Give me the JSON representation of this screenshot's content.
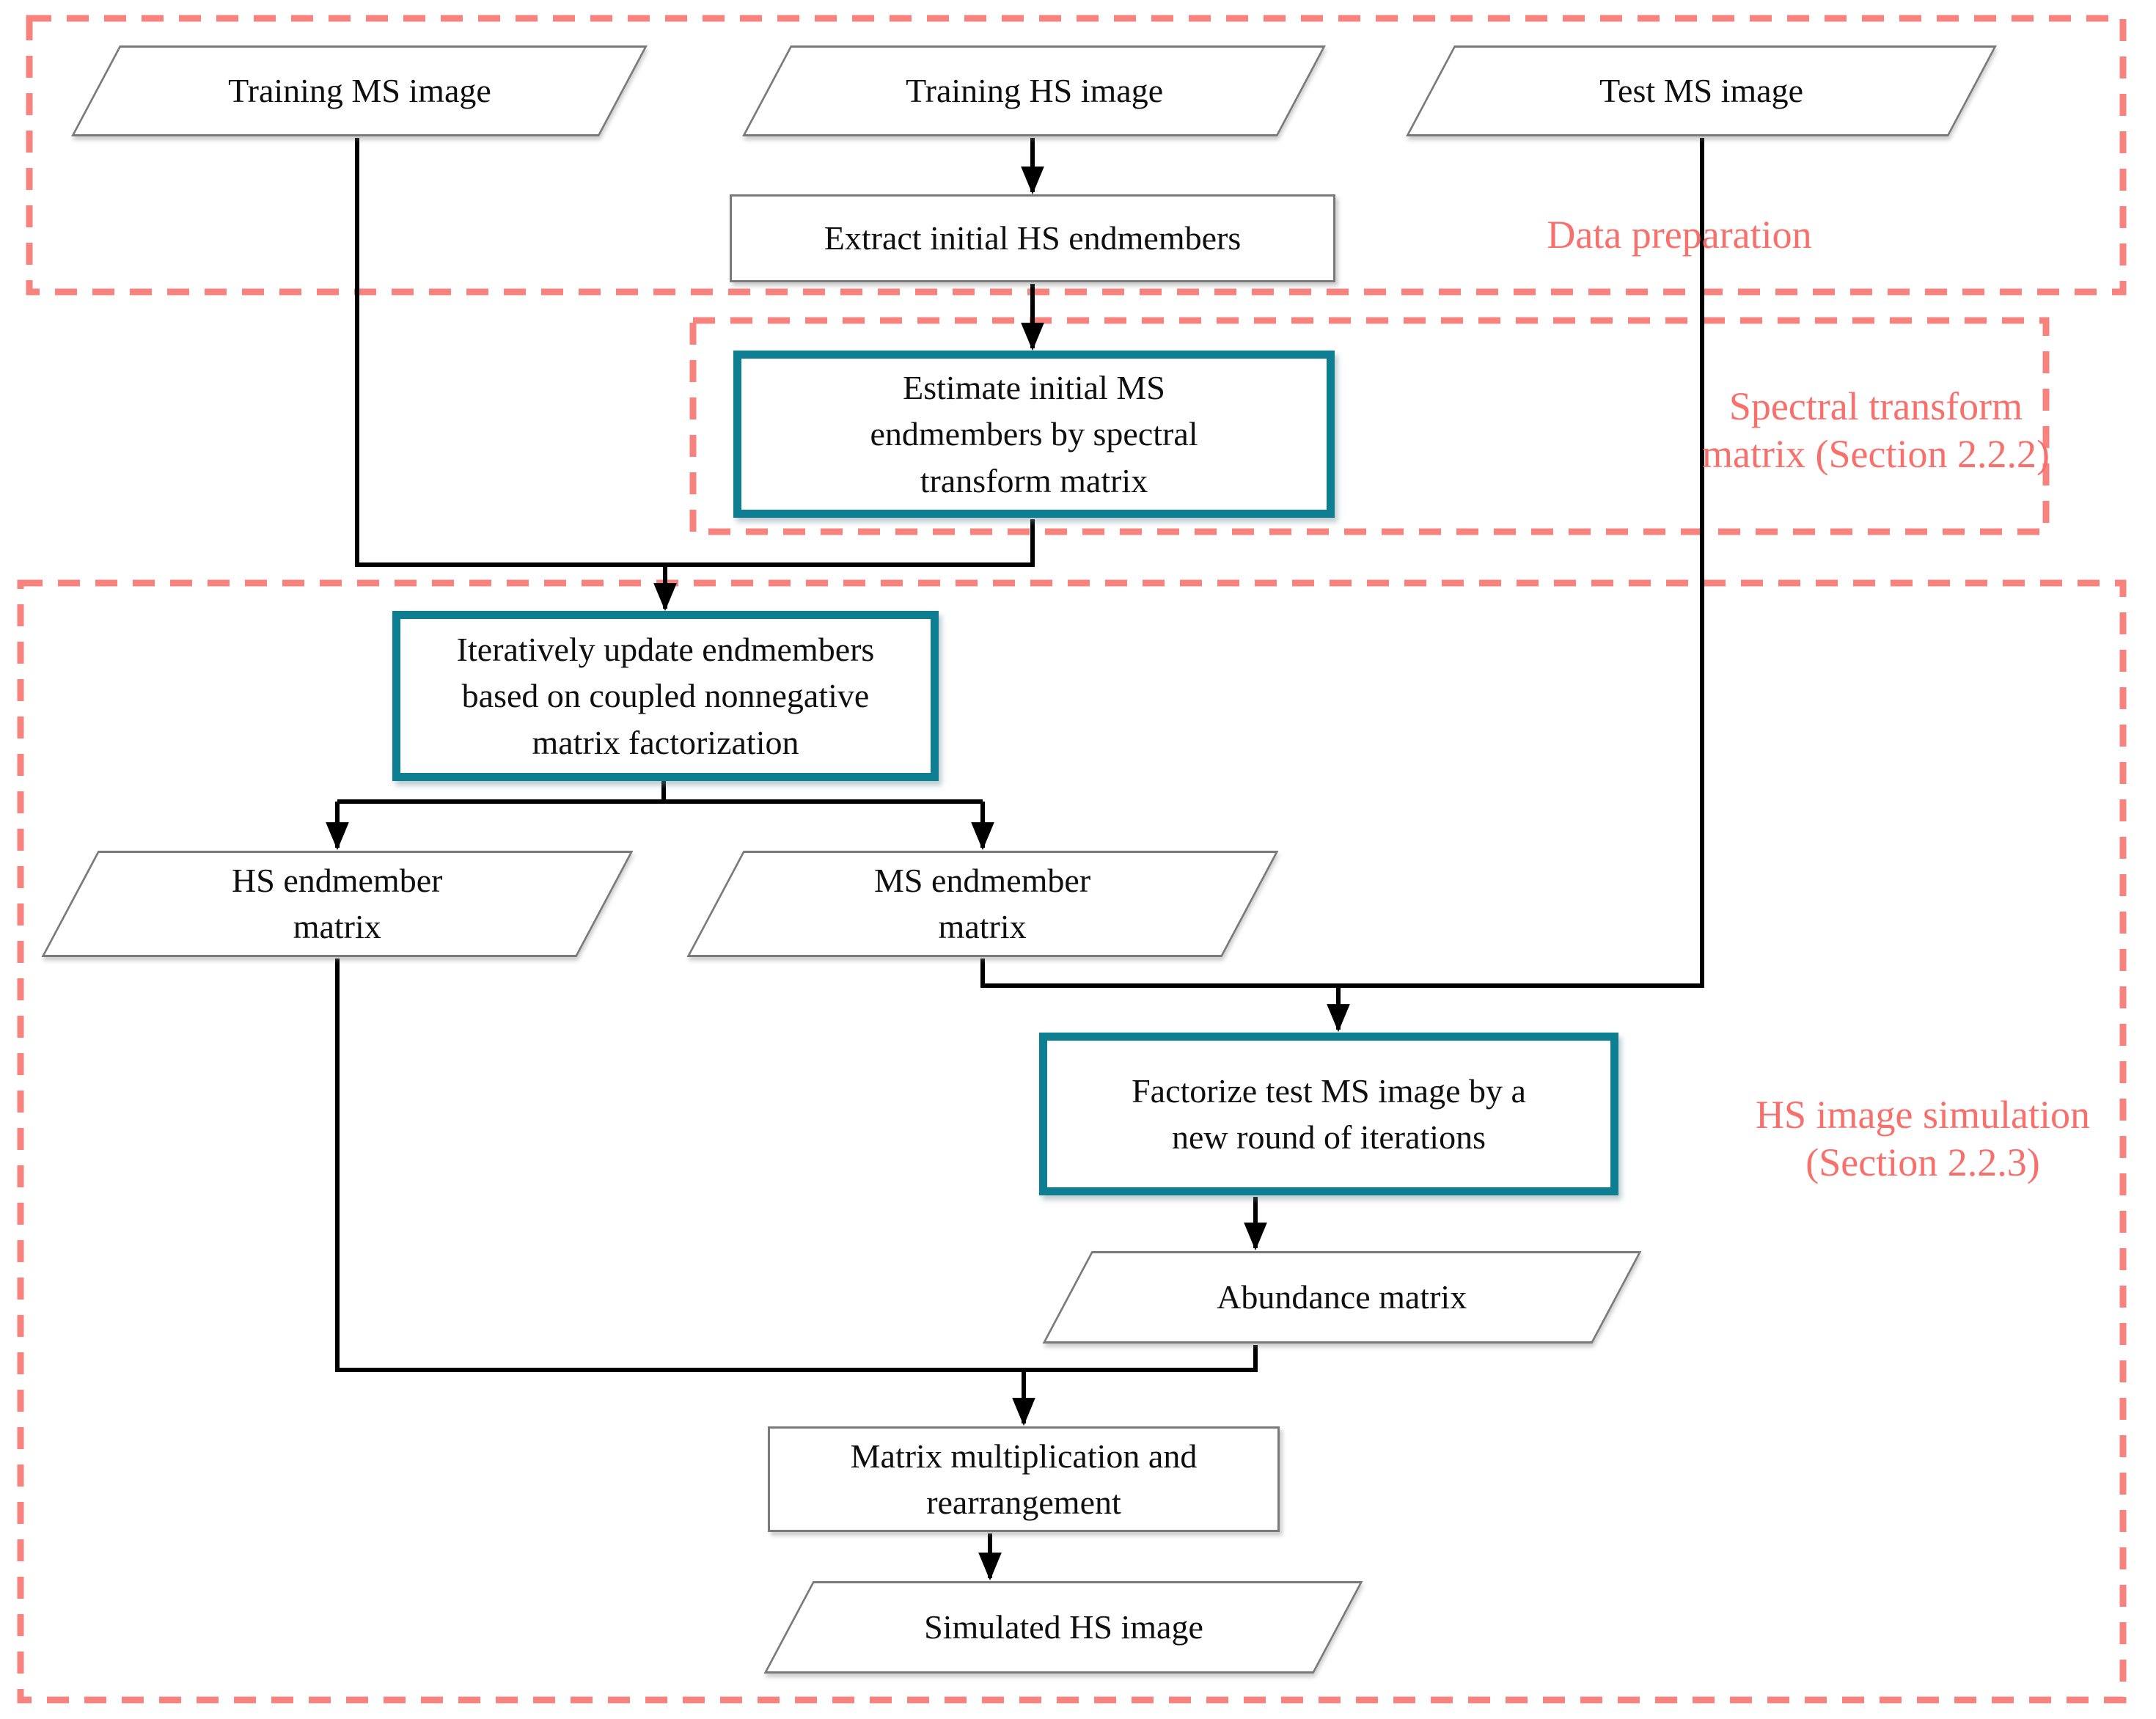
{
  "figure": {
    "type": "flowchart",
    "nodes": {
      "training_ms": {
        "shape": "parallelogram",
        "label": "Training MS image"
      },
      "training_hs": {
        "shape": "parallelogram",
        "label": "Training HS image"
      },
      "test_ms": {
        "shape": "parallelogram",
        "label": "Test MS image"
      },
      "extract": {
        "shape": "process",
        "label": "Extract initial HS endmembers"
      },
      "estimate": {
        "shape": "process-highlight",
        "label": "Estimate initial MS\nendmembers by spectral\ntransform matrix"
      },
      "iterate": {
        "shape": "process-highlight",
        "label": "Iteratively update endmembers\nbased on coupled nonnegative\nmatrix factorization"
      },
      "hs_endmember": {
        "shape": "parallelogram",
        "label": "HS endmember\nmatrix"
      },
      "ms_endmember": {
        "shape": "parallelogram",
        "label": "MS endmember\nmatrix"
      },
      "factorize": {
        "shape": "process-highlight",
        "label": "Factorize test MS image by a\nnew round of iterations"
      },
      "abundance": {
        "shape": "parallelogram",
        "label": "Abundance matrix"
      },
      "matrix_mult": {
        "shape": "process",
        "label": "Matrix multiplication and\nrearrangement"
      },
      "simulated": {
        "shape": "parallelogram",
        "label": "Simulated HS image"
      }
    },
    "regions": {
      "data_preparation": {
        "label": "Data preparation"
      },
      "spectral_transform": {
        "label": "Spectral transform\nmatrix (Section 2.2.2)"
      },
      "hs_simulation": {
        "label": "HS image simulation\n(Section 2.2.3)"
      }
    },
    "colors": {
      "region_dash": "#f8837e",
      "region_label": "#f8706c",
      "highlight_border": "#0e7f93",
      "shape_border": "#7a7a7a",
      "connector": "#000000",
      "shape_fill": "#ffffff"
    }
  }
}
